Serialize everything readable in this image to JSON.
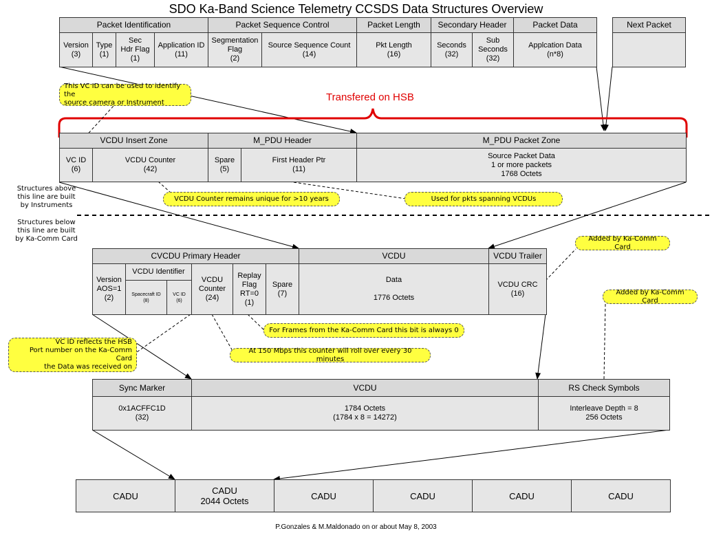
{
  "title": "SDO Ka-Band Science Telemetry CCSDS Data Structures Overview",
  "packet": {
    "headers": {
      "packet_identification": "Packet Identification",
      "packet_sequence_control": "Packet Sequence Control",
      "packet_length": "Packet Length",
      "secondary_header": "Secondary Header",
      "packet_data": "Packet Data",
      "next_packet": "Next Packet"
    },
    "fields": {
      "version": "Version\n(3)",
      "type": "Type\n(1)",
      "sec_hdr_flag": "Sec\nHdr Flag\n(1)",
      "application_id": "Application ID\n(11)",
      "segmentation_flag": "Segmentation\nFlag\n(2)",
      "source_sequence_count": "Source Sequence Count\n(14)",
      "pkt_length": "Pkt Length\n(16)",
      "seconds": "Seconds\n(32)",
      "sub_seconds": "Sub\nSeconds\n(32)",
      "application_data": "Applcation Data\n(n*8)"
    }
  },
  "transferred_label": "Transfered on HSB",
  "vcdu_insert": {
    "headers": {
      "insert_zone": "VCDU Insert Zone",
      "mpdu_header": "M_PDU Header",
      "mpdu_packet_zone": "M_PDU Packet Zone"
    },
    "fields": {
      "vc_id": "VC ID\n(6)",
      "vcdu_counter": "VCDU Counter\n(42)",
      "spare": "Spare\n(5)",
      "first_header_ptr": "First Header Ptr\n(11)",
      "source_packet_data": "Source Packet Data\n1 or more packets\n1768 Octets"
    }
  },
  "notes": {
    "vc_id_camera": "This VC ID can be used to identify the\nsource camera or Instrument",
    "counter_unique": "VCDU Counter remains unique for >10 years",
    "pkts_spanning": "Used for pkts spanning VCDUs",
    "added_by_card_1": "Added by Ka-Comm Card",
    "added_by_card_2": "Added by Ka-Comm Card",
    "replay_bit": "For Frames from the Ka-Comm Card this bit is always 0",
    "counter_rollover": "At 150 Mbps this counter will roll over every 30 minutes",
    "vc_id_hsb": "VC ID reflects the HSB\nPort number on the Ka-Comm Card\nthe Data was received on"
  },
  "side_text": {
    "above": "Structures above\nthis line are built\nby Instruments",
    "below": "Structures below\nthis line are built\nby Ka-Comm Card"
  },
  "cvcdu": {
    "headers": {
      "primary_header": "CVCDU Primary Header",
      "vcdu": "VCDU",
      "vcdu_trailer": "VCDU Trailer",
      "vcdu_identifier": "VCDU Identifier"
    },
    "fields": {
      "version_aos": "Version\nAOS=1\n(2)",
      "spacecraft_id": "Spacecraft ID\n(8)",
      "vc_id": "VC ID\n(6)",
      "vcdu_counter": "VCDU\nCounter\n(24)",
      "replay_flag": "Replay\nFlag\nRT=0\n(1)",
      "spare": "Spare\n(7)",
      "data": "Data\n\n1776 Octets",
      "vcdu_crc": "VCDU CRC\n(16)"
    }
  },
  "frame": {
    "headers": {
      "sync_marker": "Sync Marker",
      "vcdu": "VCDU",
      "rs_check": "RS Check Symbols"
    },
    "fields": {
      "sync_value": "0x1ACFFC1D\n(32)",
      "vcdu_octets": "1784 Octets\n(1784 x 8 = 14272)",
      "rs_details": "Interleave Depth = 8\n256 Octets"
    }
  },
  "cadu": {
    "cells": [
      "CADU",
      "CADU\n2044 Octets",
      "CADU",
      "CADU",
      "CADU",
      "CADU"
    ]
  },
  "footer": "P.Gonzales & M.Maldonado on or about May 8, 2003",
  "colors": {
    "cell_fill": "#e6e6e6",
    "note_fill": "#ffff40",
    "brace_red": "#e00000"
  }
}
